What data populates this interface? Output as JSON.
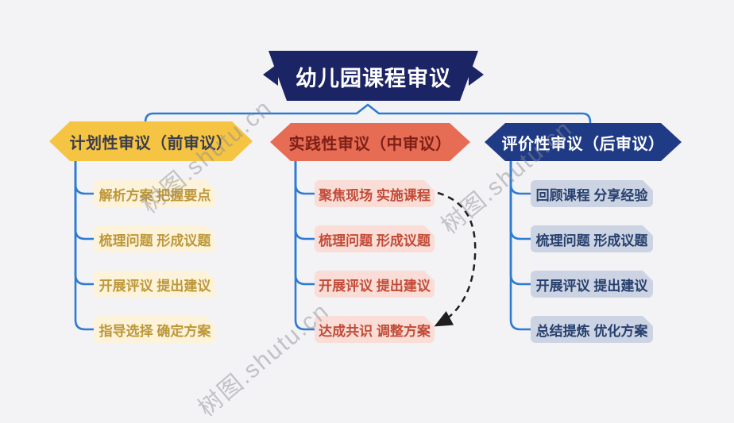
{
  "title": "幼儿园课程审议",
  "watermark": {
    "text": "树图.shutu.cn"
  },
  "colors": {
    "background": "#f3f3f5",
    "title_banner": "#1b2464",
    "title_text": "#ffffff",
    "connector_blue": "#2e7bd3",
    "dashed_arrow": "#1f1f1f",
    "plan_header_bg": "#f6c443",
    "plan_header_text": "#3a3d4c",
    "plan_item_bg": "#fdf3da",
    "plan_item_text": "#bd9739",
    "practice_header_bg": "#e76c54",
    "practice_header_text": "#7e2017",
    "practice_item_bg": "#f9ddd6",
    "practice_item_text": "#c24b37",
    "evaluate_header_bg": "#203b85",
    "evaluate_header_text": "#ffffff",
    "evaluate_item_bg": "#ccd3e3",
    "evaluate_item_text": "#27406d",
    "watermark_text_color": "#8a8d96"
  },
  "branches": [
    {
      "label": "计划性审议（前审议）",
      "items": [
        "解析方案 把握要点",
        "梳理问题 形成议题",
        "开展评议 提出建议",
        "指导选择 确定方案"
      ]
    },
    {
      "label": "实践性审议（中审议）",
      "items": [
        "聚焦现场 实施课程",
        "梳理问题 形成议题",
        "开展评议 提出建议",
        "达成共识 调整方案"
      ]
    },
    {
      "label": "评价性审议（后审议）",
      "items": [
        "回顾课程 分享经验",
        "梳理问题 形成议题",
        "开展评议 提出建议",
        "总结提炼 优化方案"
      ]
    }
  ],
  "annotation": {
    "type": "dashed-arrow",
    "from": "聚焦现场 实施课程",
    "to": "达成共识 调整方案"
  }
}
